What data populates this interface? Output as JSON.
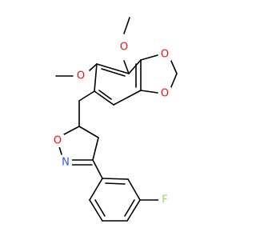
{
  "molecule": {
    "atoms": {
      "o_methoxy_top": {
        "symbol": "O",
        "color": "#ff0d0d"
      },
      "o_methoxy_left": {
        "symbol": "O",
        "color": "#ff0d0d"
      },
      "o_dioxole_upper": {
        "symbol": "O",
        "color": "#ff0d0d"
      },
      "o_dioxole_lower": {
        "symbol": "O",
        "color": "#ff0d0d"
      },
      "o_isoxazoline": {
        "symbol": "O",
        "color": "#ff0d0d"
      },
      "n_isoxazoline": {
        "symbol": "N",
        "color": "#3050f8"
      },
      "f_fluoro": {
        "symbol": "F",
        "color": "#90e050"
      }
    },
    "bond_color": "#000000",
    "background": "#ffffff"
  }
}
